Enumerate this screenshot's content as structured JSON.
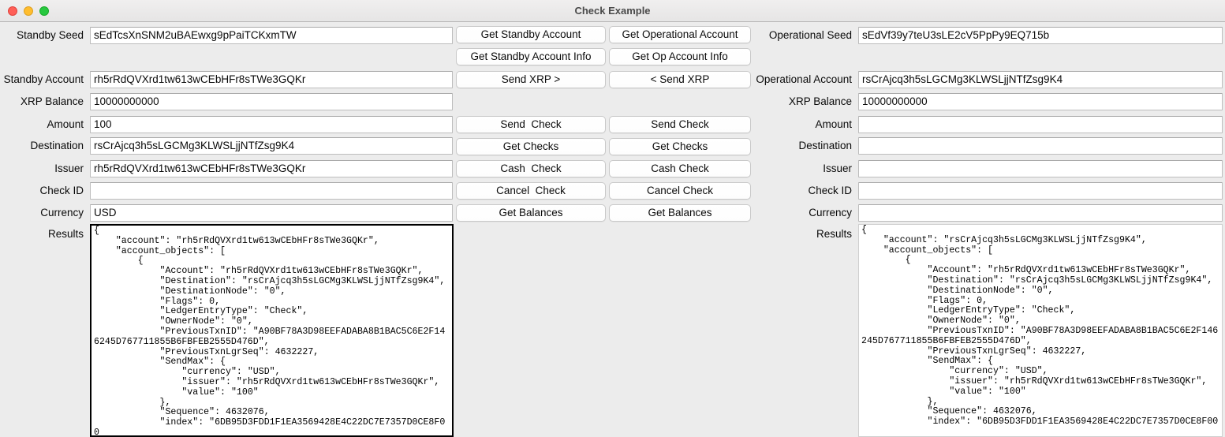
{
  "window": {
    "title": "Check Example",
    "traffic_lights": [
      "close-button",
      "minimize-button",
      "zoom-button"
    ]
  },
  "standby": {
    "seed_label": "Standby Seed",
    "seed_value": "sEdTcsXnSNM2uBAEwxg9pPaiTCKxmTW",
    "account_label": "Standby Account",
    "account_value": "rh5rRdQVXrd1tw613wCEbHFr8sTWe3GQKr",
    "xrp_balance_label": "XRP Balance",
    "xrp_balance_value": "10000000000",
    "amount_label": "Amount",
    "amount_value": "100",
    "destination_label": "Destination",
    "destination_value": "rsCrAjcq3h5sLGCMg3KLWSLjjNTfZsg9K4",
    "issuer_label": "Issuer",
    "issuer_value": "rh5rRdQVXrd1tw613wCEbHFr8sTWe3GQKr",
    "check_id_label": "Check ID",
    "check_id_value": "",
    "currency_label": "Currency",
    "currency_value": "USD",
    "results_label": "Results",
    "results_value": "{\n    \"account\": \"rh5rRdQVXrd1tw613wCEbHFr8sTWe3GQKr\",\n    \"account_objects\": [\n        {\n            \"Account\": \"rh5rRdQVXrd1tw613wCEbHFr8sTWe3GQKr\",\n            \"Destination\": \"rsCrAjcq3h5sLGCMg3KLWSLjjNTfZsg9K4\",\n            \"DestinationNode\": \"0\",\n            \"Flags\": 0,\n            \"LedgerEntryType\": \"Check\",\n            \"OwnerNode\": \"0\",\n            \"PreviousTxnID\": \"A90BF78A3D98EEFADABA8B1BAC5C6E2F146245D767711855B6FBFEB2555D476D\",\n            \"PreviousTxnLgrSeq\": 4632227,\n            \"SendMax\": {\n                \"currency\": \"USD\",\n                \"issuer\": \"rh5rRdQVXrd1tw613wCEbHFr8sTWe3GQKr\",\n                \"value\": \"100\"\n            },\n            \"Sequence\": 4632076,\n            \"index\": \"6DB95D3FDD1F1EA3569428E4C22DC7E7357D0CE8F00"
  },
  "operational": {
    "seed_label": "Operational Seed",
    "seed_value": "sEdVf39y7teU3sLE2cV5PpPy9EQ715b",
    "account_label": "Operational Account",
    "account_value": "rsCrAjcq3h5sLGCMg3KLWSLjjNTfZsg9K4",
    "xrp_balance_label": "XRP Balance",
    "xrp_balance_value": "10000000000",
    "amount_label": "Amount",
    "amount_value": "",
    "destination_label": "Destination",
    "destination_value": "",
    "issuer_label": "Issuer",
    "issuer_value": "",
    "check_id_label": "Check ID",
    "check_id_value": "",
    "currency_label": "Currency",
    "currency_value": "",
    "results_label": "Results",
    "results_value": "{\n    \"account\": \"rsCrAjcq3h5sLGCMg3KLWSLjjNTfZsg9K4\",\n    \"account_objects\": [\n        {\n            \"Account\": \"rh5rRdQVXrd1tw613wCEbHFr8sTWe3GQKr\",\n            \"Destination\": \"rsCrAjcq3h5sLGCMg3KLWSLjjNTfZsg9K4\",\n            \"DestinationNode\": \"0\",\n            \"Flags\": 0,\n            \"LedgerEntryType\": \"Check\",\n            \"OwnerNode\": \"0\",\n            \"PreviousTxnID\": \"A90BF78A3D98EEFADABA8B1BAC5C6E2F146245D767711855B6FBFEB2555D476D\",\n            \"PreviousTxnLgrSeq\": 4632227,\n            \"SendMax\": {\n                \"currency\": \"USD\",\n                \"issuer\": \"rh5rRdQVXrd1tw613wCEbHFr8sTWe3GQKr\",\n                \"value\": \"100\"\n            },\n            \"Sequence\": 4632076,\n            \"index\": \"6DB95D3FDD1F1EA3569428E4C22DC7E7357D0CE8F00"
  },
  "buttons": {
    "left": [
      "Get Standby Account",
      "Get Standby Account Info",
      "Send XRP >",
      "Send  Check",
      "Get Checks",
      "Cash  Check",
      "Cancel  Check",
      "Get Balances"
    ],
    "right": [
      "Get Operational Account",
      "Get Op Account Info",
      "< Send XRP",
      "Send Check",
      "Get Checks",
      "Cash Check",
      "Cancel Check",
      "Get Balances"
    ]
  },
  "colors": {
    "window_bg": "#ececec",
    "field_bg": "#ffffff",
    "field_border": "#bdbdbd",
    "focus_border": "#000000",
    "title_text": "#4a4a4a",
    "traffic_red": "#ff5f57",
    "traffic_yellow": "#ffbd2e",
    "traffic_green": "#28c840"
  }
}
